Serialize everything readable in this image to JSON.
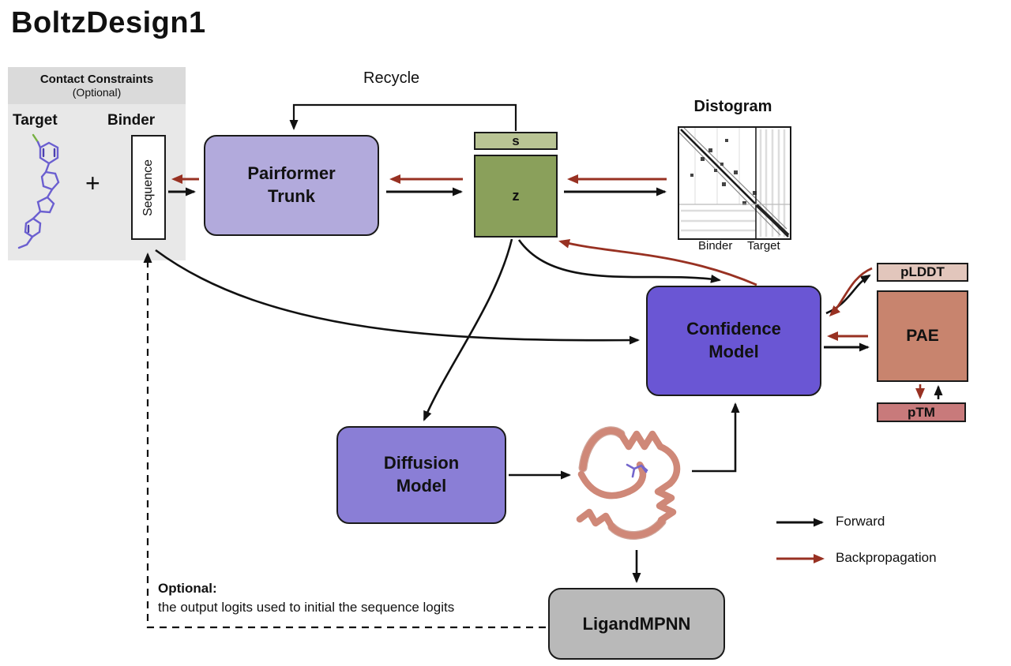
{
  "title": "BoltzDesign1",
  "panel": {
    "header_title": "Contact Constraints",
    "header_sub": "(Optional)",
    "target_label": "Target",
    "binder_label": "Binder",
    "plus": "+",
    "sequence_label": "Sequence"
  },
  "nodes": {
    "recycle": "Recycle",
    "pairformer": "Pairformer\nTrunk",
    "s": "s",
    "z": "z",
    "distogram_title": "Distogram",
    "distogram_binder": "Binder",
    "distogram_target": "Target",
    "confidence": "Confidence\nModel",
    "plddt": "pLDDT",
    "pae": "PAE",
    "ptm": "pTM",
    "diffusion": "Diffusion\nModel",
    "ligandmpnn": "LigandMPNN"
  },
  "legend": {
    "forward": "Forward",
    "backprop": "Backpropagation"
  },
  "note": {
    "heading": "Optional:",
    "body": "the output logits used to initial the sequence logits"
  },
  "colors": {
    "forward_arrow": "#111111",
    "backprop_arrow": "#983122",
    "pairformer_fill": "#b2aadc",
    "diffusion_fill": "#8a7ed6",
    "confidence_fill": "#6a56d4",
    "s_fill": "#b9c494",
    "z_fill": "#8aa05b",
    "ligandmpnn_fill": "#b9b9b9",
    "plddt_fill": "#e2c6bc",
    "pae_fill": "#c8846e",
    "ptm_fill": "#c87a7b",
    "panel_fill": "#e8e8e8",
    "protein_ribbon": "#cf8878",
    "molecule_stick": "#6b5fd0"
  }
}
